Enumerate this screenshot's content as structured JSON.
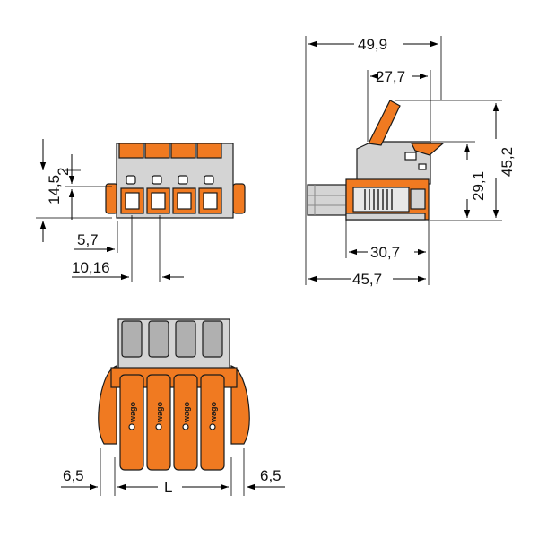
{
  "dimensions": {
    "front_height_total": "14,5",
    "front_height_small": "2",
    "front_offset_left": "5,7",
    "front_pitch": "10,16",
    "side_width_top": "49,9",
    "side_width_upper": "27,7",
    "side_width_lower": "30,7",
    "side_width_bottom": "45,7",
    "side_height_total": "45,2",
    "side_height_mid": "29,1",
    "bottom_left_margin": "6,5",
    "bottom_length": "L",
    "bottom_right_margin": "6,5"
  },
  "brand_mark": "wago",
  "colors": {
    "orange": "#f07a21",
    "light_gray": "#d4d4d4",
    "mid_gray": "#b0b0b0",
    "dark": "#1a1a1a"
  }
}
